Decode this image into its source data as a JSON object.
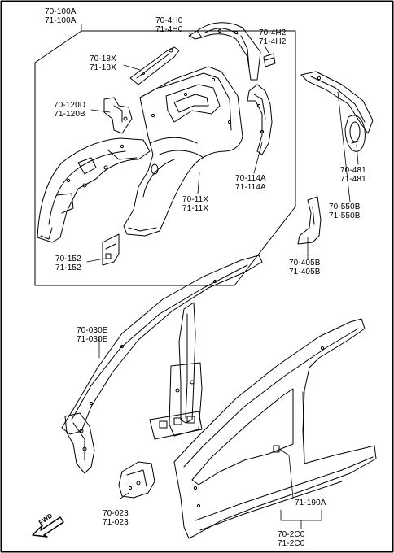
{
  "labels": {
    "l_100a": [
      "70-100A",
      "71-100A"
    ],
    "l_4h0": [
      "70-4H0",
      "71-4H0"
    ],
    "l_4h2": [
      "70-4H2",
      "71-4H2"
    ],
    "l_18x": [
      "70-18X",
      "71-18X"
    ],
    "l_120d": [
      "70-120D",
      "71-120B"
    ],
    "l_114a": [
      "70-114A",
      "71-114A"
    ],
    "l_11x": [
      "70-11X",
      "71-11X"
    ],
    "l_152": [
      "70-152",
      "71-152"
    ],
    "l_481": [
      "70-481",
      "71-481"
    ],
    "l_550b": [
      "70-550B",
      "71-550B"
    ],
    "l_405b": [
      "70-405B",
      "71-405B"
    ],
    "l_030e": [
      "70-030E",
      "71-030E"
    ],
    "l_190a": [
      "71-190A"
    ],
    "l_023": [
      "70-023",
      "71-023"
    ],
    "l_2c0": [
      "70-2C0",
      "71-2C0"
    ]
  },
  "fwd_label": "FWD"
}
